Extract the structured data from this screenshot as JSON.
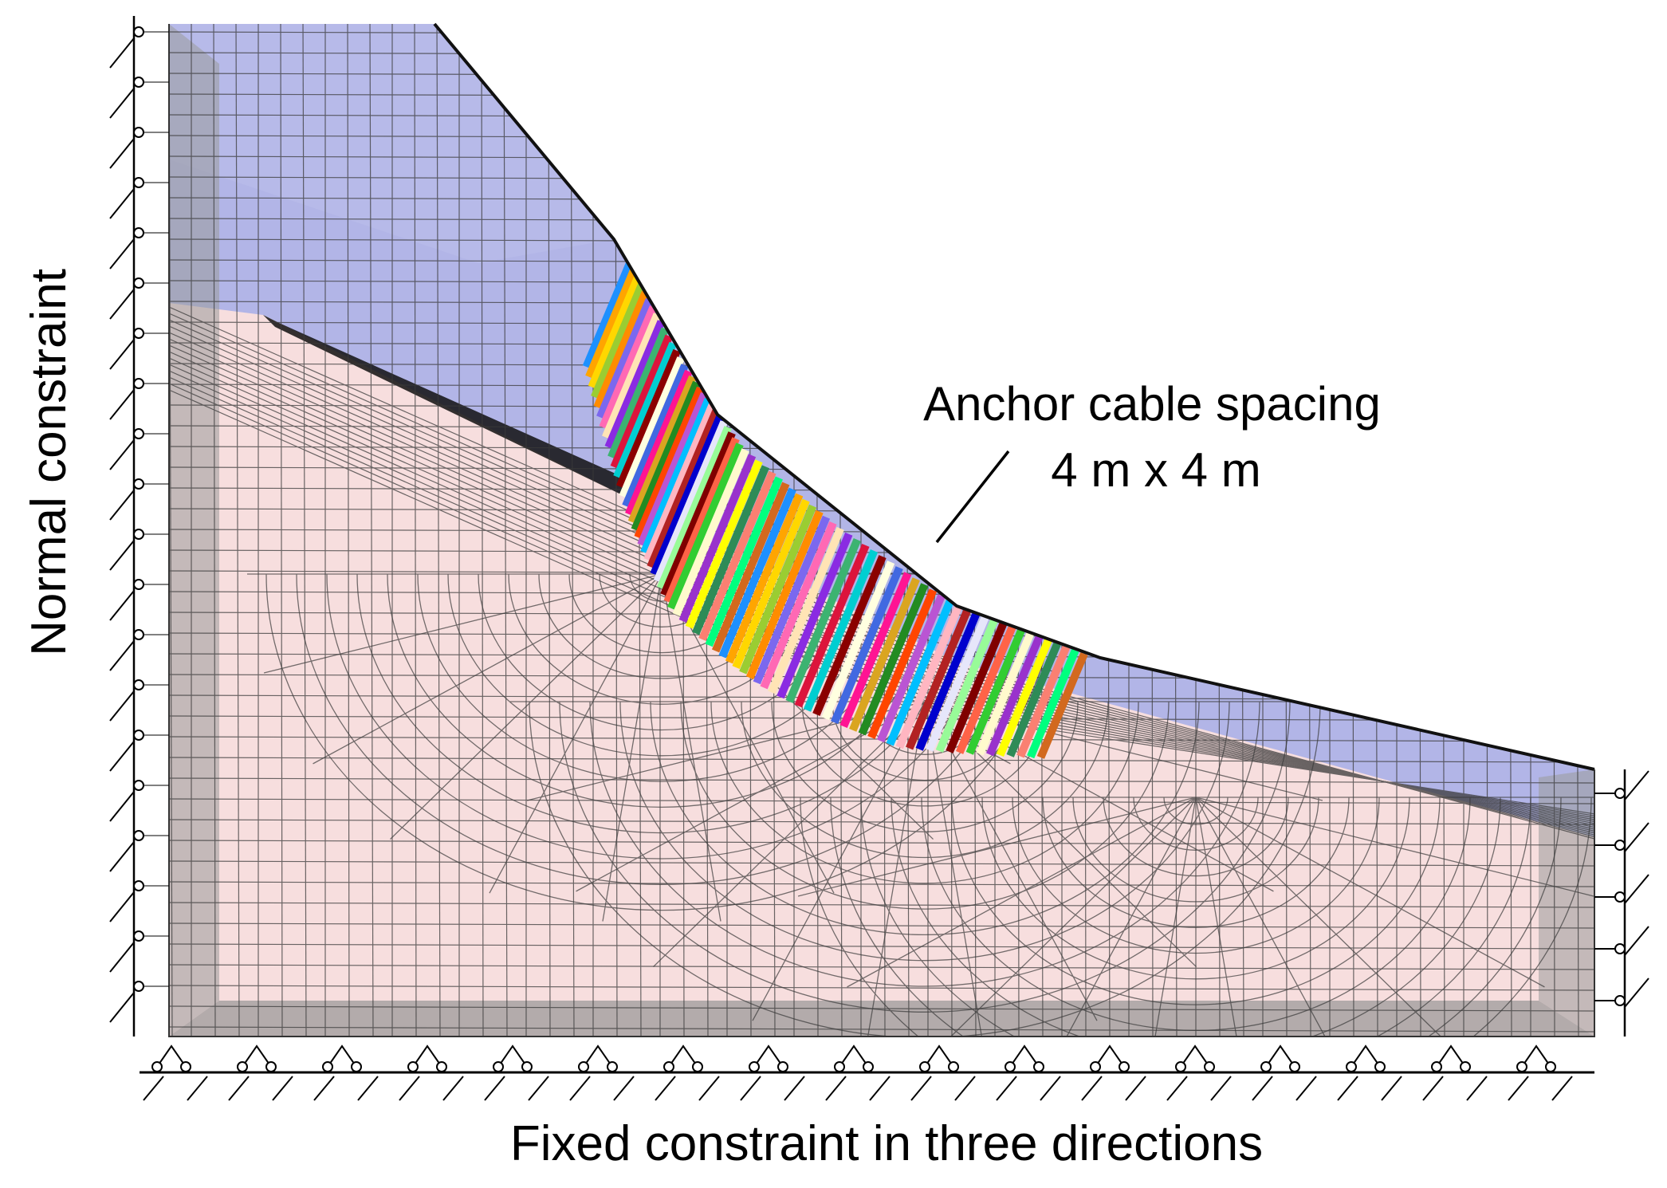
{
  "labels": {
    "left": "Normal constraint",
    "bottom": "Fixed constraint in three directions",
    "annotation_line1": "Anchor cable spacing",
    "annotation_line2": "4 m x 4 m"
  },
  "colors": {
    "bedrock": "#f7dede",
    "weak_layer": "#aab0e8",
    "boundary_zone": "#9a9a9a",
    "mesh_line": "#3a3a3a",
    "anchor_colors": [
      "#1e90ff",
      "#ffa500",
      "#ffd700",
      "#9acd32",
      "#ff8c00",
      "#7b68ee",
      "#ff69b4",
      "#ffe4b5",
      "#8a2be2",
      "#3cb371",
      "#dc143c",
      "#00ced1",
      "#8b0000",
      "#ffffe0",
      "#4169e1",
      "#ff1493",
      "#daa520",
      "#228b22",
      "#ff4500",
      "#ba55d3",
      "#00bfff",
      "#ffb6c1",
      "#b22222",
      "#0000cd",
      "#e6e6fa",
      "#98fb98",
      "#800000",
      "#ff6347",
      "#32cd32",
      "#fffacd",
      "#9932cc",
      "#ffff00",
      "#2e8b57",
      "#fa8072",
      "#00ff7f",
      "#d2691e"
    ]
  }
}
